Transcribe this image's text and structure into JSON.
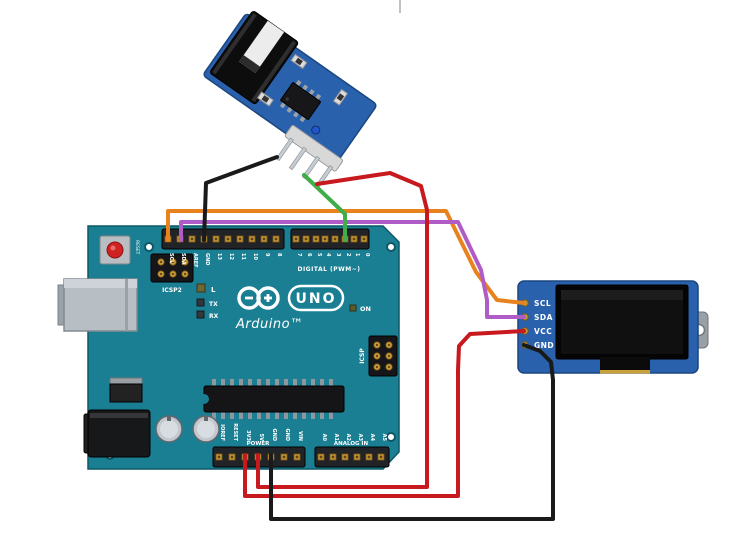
{
  "scene": {
    "background": "#ffffff"
  },
  "arduino": {
    "board_color": "#1a7f93",
    "labels": {
      "reset": "RESET",
      "icsp2": "ICSP2",
      "led_l": "L",
      "led_tx": "TX",
      "led_rx": "RX",
      "uno": "UNO",
      "brand": "Arduino™",
      "on": "ON",
      "icsp": "ICSP",
      "digital": "DIGITAL (PWM~)",
      "power": "POWER",
      "analog": "ANALOG IN"
    },
    "digital_pins_left": [
      "SCL",
      "SDA",
      "AREF",
      "GND",
      "13",
      "12",
      "11",
      "10",
      "9",
      "8"
    ],
    "digital_pins_right": [
      "7",
      "6",
      "5",
      "4",
      "3",
      "2",
      "1",
      "0"
    ],
    "power_pins": [
      "IOREF",
      "RESET",
      "3V3",
      "5V",
      "GND",
      "GND",
      "VIN"
    ],
    "analog_pins": [
      "A0",
      "A1",
      "A2",
      "A3",
      "A4",
      "A5"
    ]
  },
  "oled": {
    "board_color": "#2961ad",
    "pin_labels": [
      "SCL",
      "SDA",
      "VCC",
      "GND"
    ]
  },
  "sensor": {
    "board_color": "#2961ad"
  },
  "wires": [
    {
      "name": "wire-orange-scl",
      "color": "#e8821e"
    },
    {
      "name": "wire-purple-sda",
      "color": "#b05cc6"
    },
    {
      "name": "wire-black-sensor-gnd",
      "color": "#1a1a1a"
    },
    {
      "name": "wire-green-signal",
      "color": "#3fae49"
    },
    {
      "name": "wire-red-sensor-5v",
      "color": "#c8191e"
    },
    {
      "name": "wire-red-oled-vcc",
      "color": "#c8191e"
    },
    {
      "name": "wire-black-oled-gnd",
      "color": "#1a1a1a"
    }
  ]
}
